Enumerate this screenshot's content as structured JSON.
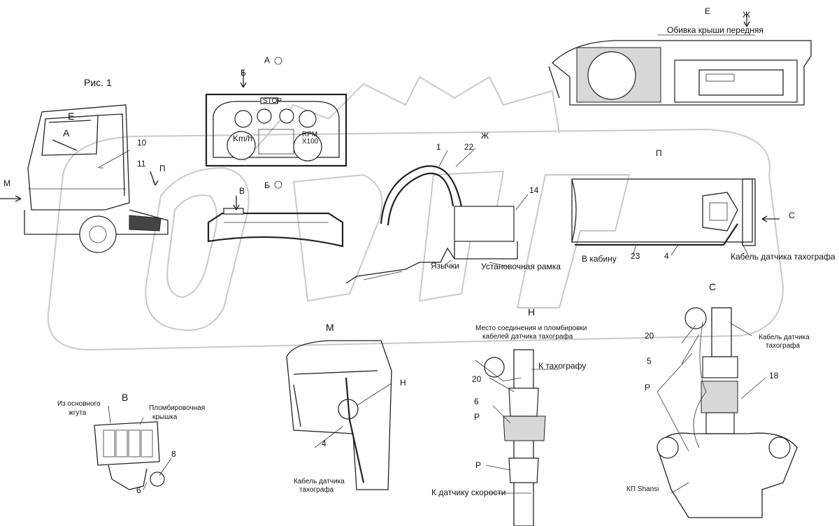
{
  "figure_title": "Рис. 1",
  "watermark_text": "OPEX",
  "view_labels": {
    "A_top": "А",
    "B_top": "Б",
    "B_bottom": "Б",
    "V_top": "В",
    "V_detail": "В",
    "E_top": "Е",
    "Zh_top": "Ж",
    "Zh_detail": "Ж",
    "P_detail": "П",
    "H_detail": "Н",
    "M_detail": "М",
    "S_detail": "С"
  },
  "truck": {
    "label_E": "Е",
    "label_A": "А",
    "label_10": "10",
    "label_11": "11",
    "label_P": "П",
    "label_M": "М"
  },
  "dashboard": {
    "stop": "STOP",
    "speed": "Km/h",
    "rpm": "RPM",
    "x100": "X100"
  },
  "roof": {
    "title": "Обивка крыши передняя"
  },
  "tacho": {
    "n1": "1",
    "n22": "22",
    "n14": "14",
    "tabs": "Язычки",
    "frame": "Установочная рамка"
  },
  "route_P": {
    "to_cab": "В кабину",
    "n23": "23",
    "n4": "4",
    "cable": "Кабель датчика тахографа",
    "arrow_C": "С"
  },
  "detail_V": {
    "harness": "Из основного жгута",
    "harness_l1": "Из основного",
    "harness_l2": "жгута",
    "cap_l1": "Пломбировочная",
    "cap_l2": "крышка",
    "n8": "8",
    "n6": "6"
  },
  "detail_M": {
    "n4": "4",
    "marker_H": "Н",
    "cable_l1": "Кабель датчика",
    "cable_l2": "тахографа"
  },
  "detail_H": {
    "title_l1": "Место соединения и пломбировки",
    "title_l2": "кабелей датчика тахографа",
    "to_tacho": "К тахографу",
    "n20": "20",
    "n6": "6",
    "r1": "Р",
    "r2": "Р",
    "to_sensor": "К датчику скорости"
  },
  "detail_S": {
    "n20": "20",
    "n5": "5",
    "r": "Р",
    "n18": "18",
    "cable_l1": "Кабель датчика",
    "cable_l2": "тахографа",
    "gearbox": "КП Shansi"
  }
}
